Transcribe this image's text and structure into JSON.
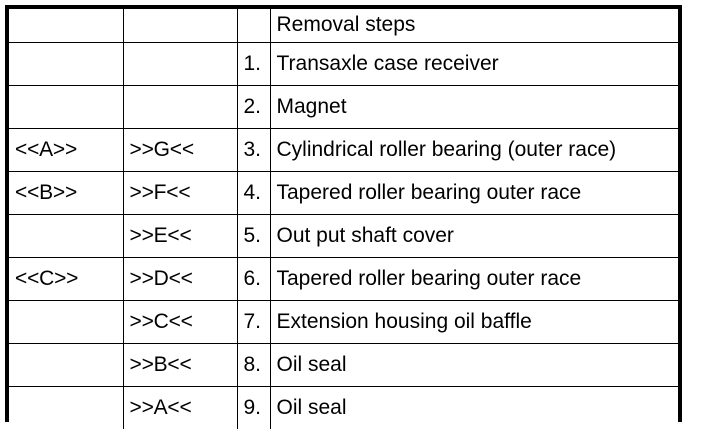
{
  "document": {
    "title": "Removal steps",
    "background_color": "#ffffff",
    "ink_color": "#000000"
  },
  "table": {
    "name": "removal-steps-table",
    "columns": [
      {
        "key": "mark_a",
        "header": ""
      },
      {
        "key": "mark_b",
        "header": ""
      },
      {
        "key": "number",
        "header": ""
      },
      {
        "key": "description",
        "header": "Removal steps"
      }
    ],
    "header": {
      "mark_a": "",
      "mark_b": "",
      "number": "",
      "description": "Removal steps"
    },
    "rows": [
      {
        "mark_a": "",
        "mark_b": "",
        "number": "1.",
        "description": "Transaxle case receiver"
      },
      {
        "mark_a": "",
        "mark_b": "",
        "number": "2.",
        "description": "Magnet"
      },
      {
        "mark_a": "<<A>>",
        "mark_b": ">>G<<",
        "number": "3.",
        "description": "Cylindrical roller bearing (outer race)"
      },
      {
        "mark_a": "<<B>>",
        "mark_b": ">>F<<",
        "number": "4.",
        "description": "Tapered roller bearing outer race"
      },
      {
        "mark_a": "",
        "mark_b": ">>E<<",
        "number": "5.",
        "description": "Out put shaft cover"
      },
      {
        "mark_a": "<<C>>",
        "mark_b": ">>D<<",
        "number": "6.",
        "description": "Tapered roller bearing outer race"
      },
      {
        "mark_a": "",
        "mark_b": ">>C<<",
        "number": "7.",
        "description": "Extension housing oil baffle"
      },
      {
        "mark_a": "",
        "mark_b": ">>B<<",
        "number": "8.",
        "description": "Oil seal"
      },
      {
        "mark_a": "",
        "mark_b": ">>A<<",
        "number": "9.",
        "description": "Oil seal"
      }
    ]
  }
}
